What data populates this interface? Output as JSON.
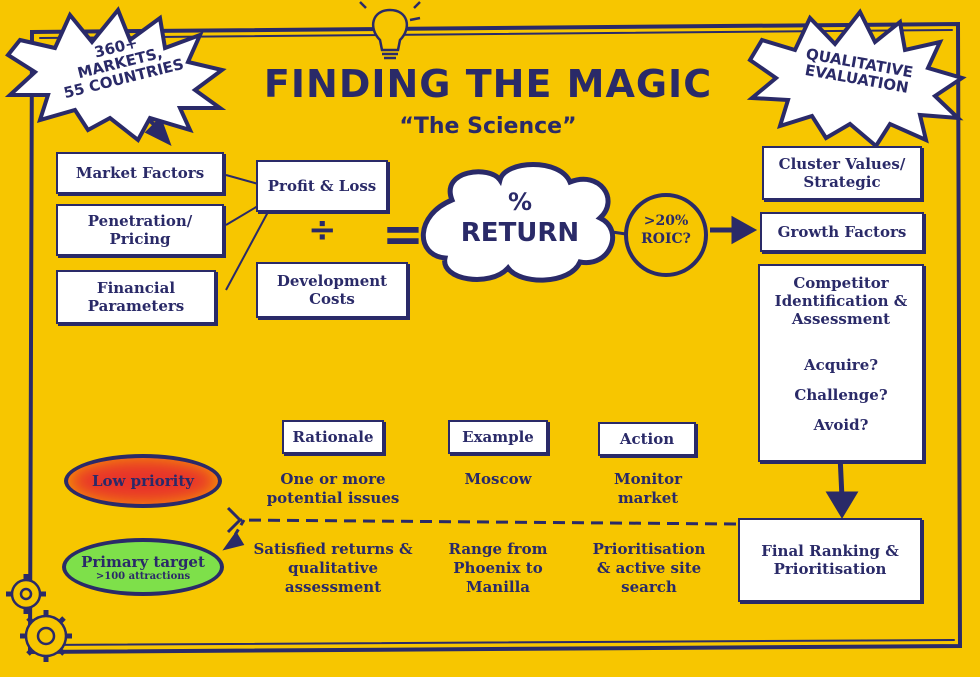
{
  "title": "FINDING THE MAGIC",
  "subtitle": "“The Science”",
  "burst_left": {
    "line1": "360+",
    "line2": "MARKETS,",
    "line3": "55 COUNTRIES"
  },
  "burst_right": {
    "line1": "QUALITATIVE",
    "line2": "EVALUATION"
  },
  "inputs": {
    "market_factors": "Market Factors",
    "penetration": "Penetration/ Pricing",
    "financial": "Financial Parameters"
  },
  "fraction": {
    "numerator": "Profit & Loss",
    "divide": "÷",
    "denominator": "Development Costs",
    "equals": "="
  },
  "cloud": {
    "percent": "%",
    "label": "RETURN"
  },
  "roic": ">20% ROIC?",
  "right_column": {
    "cluster": "Cluster Values/ Strategic",
    "growth": "Growth Factors",
    "competitor": "Competitor Identification & Assessment",
    "acquire": "Acquire?",
    "challenge": "Challenge?",
    "avoid": "Avoid?"
  },
  "final_ranking": "Final Ranking & Prioritisation",
  "headers": {
    "rationale": "Rationale",
    "example": "Example",
    "action": "Action"
  },
  "low_priority": {
    "label": "Low priority",
    "rationale": "One or more potential issues",
    "example": "Moscow",
    "action": "Monitor market"
  },
  "primary": {
    "label": "Primary target",
    "sublabel": ">100 attractions",
    "rationale": "Satisfied returns & qualitative assessment",
    "example": "Range from Phoenix to Manilla",
    "action": "Prioritisation & active site search"
  },
  "colors": {
    "background": "#f7c600",
    "ink": "#2a2a68",
    "low_priority_fill": "#e8342a",
    "primary_fill": "#7ee04a"
  },
  "icons": [
    "lightbulb-icon",
    "gears-icon"
  ]
}
